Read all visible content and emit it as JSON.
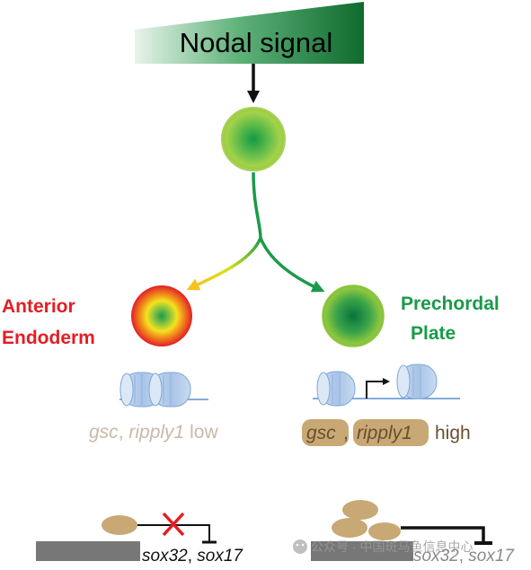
{
  "signal": {
    "label": "Nodal signal"
  },
  "fates": {
    "left": {
      "line1": "Anterior",
      "line2": "Endoderm"
    },
    "right": {
      "line1": "Prechordal",
      "line2": "Plate"
    }
  },
  "expression": {
    "low": {
      "gene1": "gsc",
      "sep": ",",
      "gene2": "ripply1",
      "level": "low"
    },
    "high": {
      "gene1": "gsc",
      "sep": ",",
      "gene2": "ripply1",
      "level": "high"
    }
  },
  "targets": {
    "left": {
      "gene1": "sox32",
      "sep": ",",
      "gene2": "sox17"
    },
    "right": {
      "gene1": "sox32",
      "sep": ",",
      "gene2": "sox17"
    }
  },
  "watermark": {
    "text": "公众号 · 中国斑马鱼信息中心"
  },
  "colors": {
    "anterior_endoderm": "#e31e24",
    "prechordal_plate": "#1a9a4a",
    "protein": "#c8a874",
    "repression_mark": "#e31e24"
  }
}
